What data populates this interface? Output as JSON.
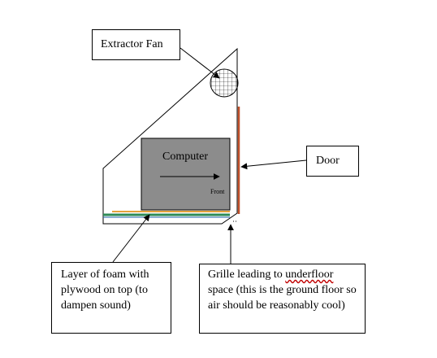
{
  "labels": {
    "extractor_fan": "Extractor Fan",
    "computer": "Computer",
    "front": "Front",
    "door": "Door",
    "foam_text": "Layer of foam with plywood on top (to dampen sound)",
    "grille_prefix": "Grille leading to ",
    "grille_squiggle": "underfloor",
    "grille_suffix": " space (this is the ground floor so air should be reasonably cool)"
  },
  "colors": {
    "door": "#c0502a",
    "computer_fill": "#8c8c8c",
    "foam": "#e6a23c",
    "plywood": "#2e8b57",
    "base": "#1f5fa8"
  }
}
